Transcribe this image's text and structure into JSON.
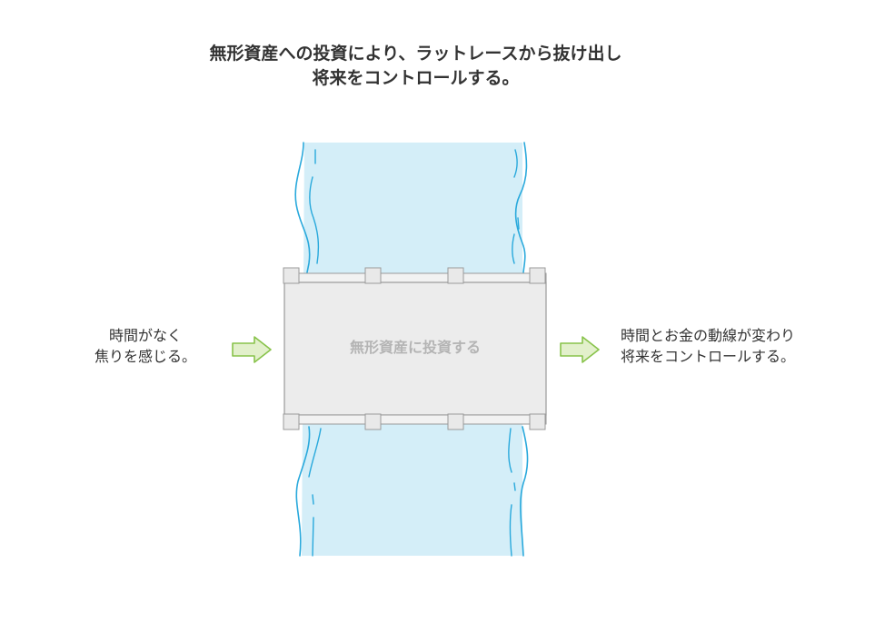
{
  "title": {
    "line1": "無形資産への投資により、ラットレースから抜け出し",
    "line2": "将来をコントロールする。"
  },
  "left_box": {
    "line1": "時間がなく",
    "line2": "焦りを感じる。"
  },
  "bridge": {
    "label": "無形資産に投資する"
  },
  "right_box": {
    "line1": "時間とお金の動線が変わり",
    "line2": "将来をコントロールする。"
  },
  "colors": {
    "river_fill": "#d4eef8",
    "river_line": "#29a9dc",
    "bridge_fill": "#ececec",
    "bridge_stroke": "#9a9a9a",
    "arrow_fill": "#e2f0cb",
    "arrow_stroke": "#88c34b",
    "text": "#333333",
    "bridge_text": "#b4b4b4"
  }
}
